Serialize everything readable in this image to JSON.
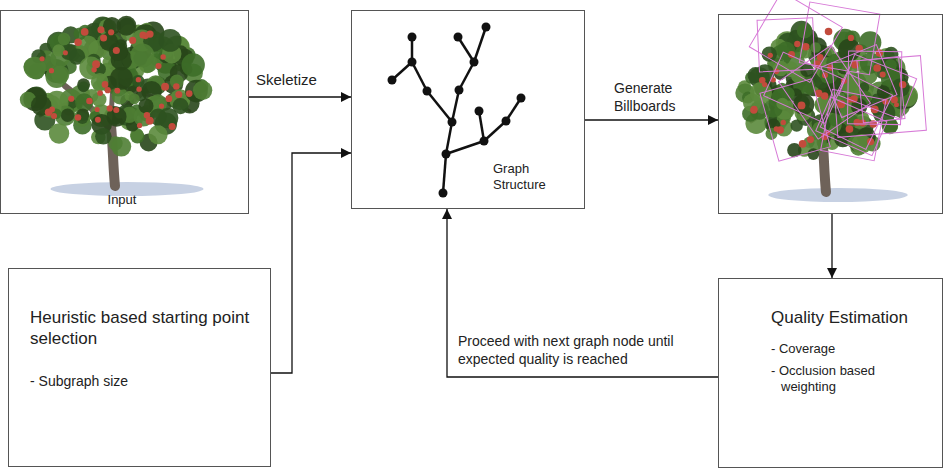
{
  "diagram": {
    "nodes": [
      {
        "text": [
          "Input"
        ]
      },
      {
        "text": [
          "Graph Structure"
        ]
      },
      {
        "text": []
      },
      {
        "text": [
          "Heuristic based starting point selection",
          "- Subgraph size"
        ]
      },
      {
        "text": [
          "Quality Estimation",
          "- Coverage",
          "- Occlusion based weighting"
        ]
      }
    ],
    "edges": [
      {
        "from": 0,
        "to": 1,
        "label": "Skeletize",
        "arrow": "to"
      },
      {
        "from": 1,
        "to": 2,
        "label": "Generate Billboards",
        "arrow": "to"
      },
      {
        "from": 2,
        "to": 4,
        "arrow": "to"
      },
      {
        "from": 4,
        "to": 1,
        "label": "Proceed with next graph node until expected quality is reached",
        "arrow": "to"
      },
      {
        "from": 3,
        "to": 1,
        "arrow": "to"
      }
    ]
  }
}
